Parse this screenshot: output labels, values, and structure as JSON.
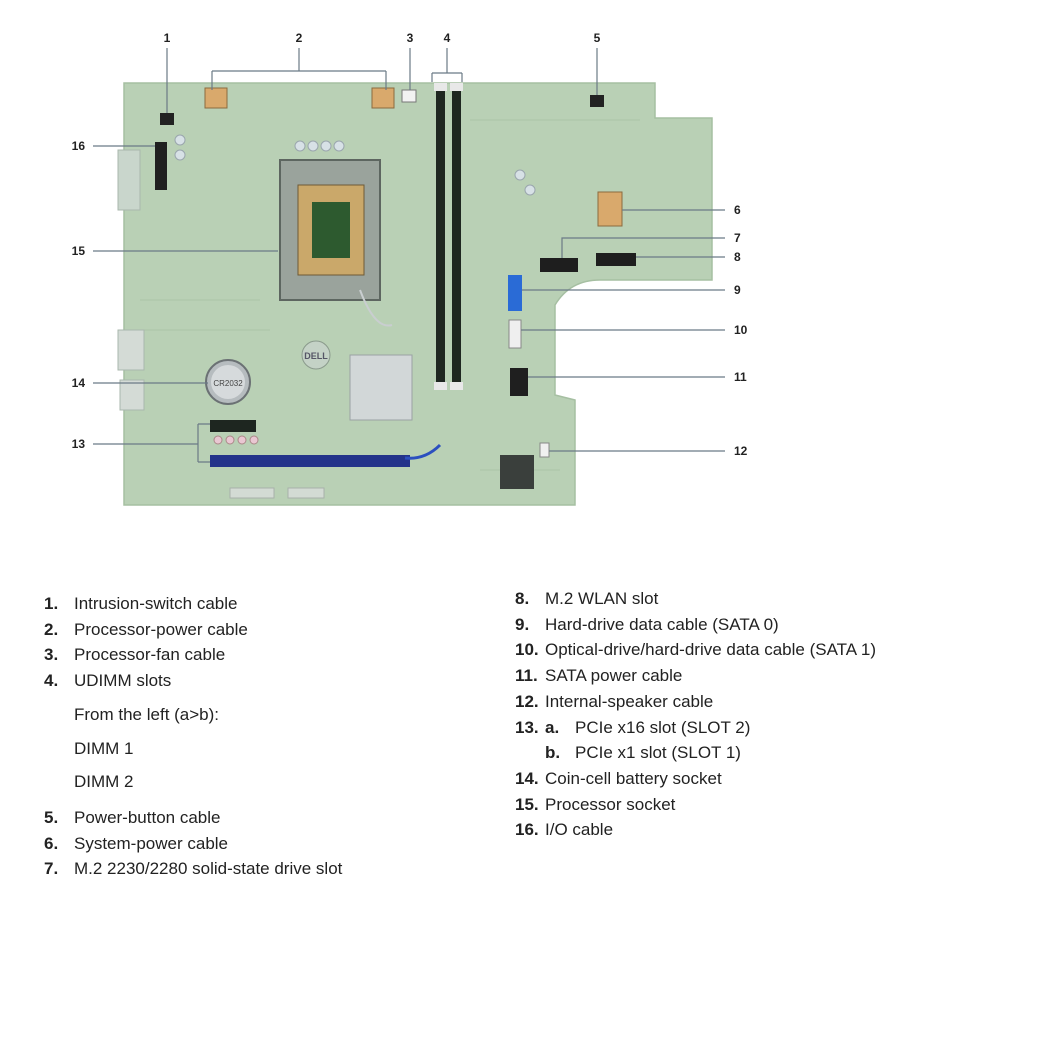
{
  "callouts": [
    "1",
    "2",
    "3",
    "4",
    "5",
    "6",
    "7",
    "8",
    "9",
    "10",
    "11",
    "12",
    "13",
    "14",
    "15",
    "16"
  ],
  "board_print": {
    "brand": "DELL",
    "battery": "CR2032"
  },
  "legend": {
    "left": [
      {
        "num": "1.",
        "text": "Intrusion-switch cable"
      },
      {
        "num": "2.",
        "text": "Processor-power cable"
      },
      {
        "num": "3.",
        "text": "Processor-fan cable"
      },
      {
        "num": "4.",
        "text": "UDIMM slots"
      }
    ],
    "udimm_sub": [
      "From the left (a>b):",
      "DIMM 1",
      "DIMM 2"
    ],
    "left2": [
      {
        "num": "5.",
        "text": "Power-button cable"
      },
      {
        "num": "6.",
        "text": "System-power cable"
      },
      {
        "num": "7.",
        "text": "M.2 2230/2280 solid-state drive slot"
      }
    ],
    "right": [
      {
        "num": "8.",
        "text": "M.2 WLAN slot"
      },
      {
        "num": "9.",
        "text": "Hard-drive data cable (SATA 0)"
      },
      {
        "num": "10.",
        "text": "Optical-drive/hard-drive data cable (SATA 1)"
      },
      {
        "num": "11.",
        "text": "SATA power cable"
      },
      {
        "num": "12.",
        "text": "Internal-speaker cable"
      }
    ],
    "item13": {
      "num": "13.",
      "a_letter": "a.",
      "a_text": "PCIe x16 slot (SLOT 2)",
      "b_letter": "b.",
      "b_text": "PCIe x1 slot (SLOT 1)"
    },
    "right2": [
      {
        "num": "14.",
        "text": "Coin-cell battery socket"
      },
      {
        "num": "15.",
        "text": "Processor socket"
      },
      {
        "num": "16.",
        "text": "I/O cable"
      }
    ]
  },
  "colors": {
    "board": "#b9d0b5",
    "board_edge": "#a6bfa2",
    "dimm_slot": "#1e2620",
    "pcie_x16": "#23338a",
    "sata": "#2a6bd6",
    "leader": "#6b7a86"
  }
}
